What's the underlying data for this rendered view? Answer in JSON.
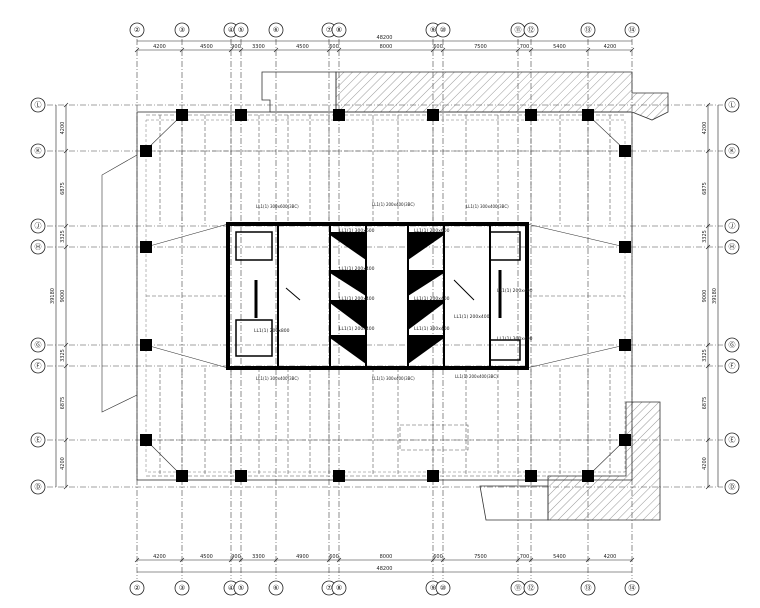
{
  "grid_columns": [
    {
      "label": "②"
    },
    {
      "label": "③"
    },
    {
      "label": "④"
    },
    {
      "label": "⑤"
    },
    {
      "label": "⑥"
    },
    {
      "label": "⑦"
    },
    {
      "label": "⑧"
    },
    {
      "label": "⑨"
    },
    {
      "label": "⑩"
    },
    {
      "label": "⑪"
    },
    {
      "label": "⑫"
    },
    {
      "label": "⑬"
    },
    {
      "label": "⑭"
    }
  ],
  "grid_rows": [
    {
      "label": "Ⓛ"
    },
    {
      "label": "Ⓚ"
    },
    {
      "label": "Ⓙ"
    },
    {
      "label": "Ⓗ"
    },
    {
      "label": "Ⓖ"
    },
    {
      "label": "Ⓕ"
    },
    {
      "label": "Ⓔ"
    },
    {
      "label": "Ⓓ"
    }
  ],
  "top_dimensions": {
    "total": "48200",
    "segments": [
      "4200",
      "4500",
      "900",
      "3300",
      "4500",
      "600",
      "8000",
      "600",
      "7500",
      "700",
      "5400",
      "4200"
    ]
  },
  "bottom_dimensions": {
    "total": "48200",
    "segments": [
      "4200",
      "4500",
      "900",
      "3300",
      "4900",
      "600",
      "8000",
      "600",
      "7500",
      "700",
      "5400",
      "4200"
    ]
  },
  "left_dimensions": {
    "total": "39180",
    "segments": [
      "4200",
      "6875",
      "3325",
      "9000",
      "3325",
      "6875",
      "4200"
    ]
  },
  "right_dimensions": {
    "total": "39180",
    "segments": [
      "4200",
      "6875",
      "3325",
      "9000",
      "3325",
      "6875",
      "4200"
    ]
  },
  "core_labels": [
    "LL1(1) 200x800",
    "LL1(1) 300x600",
    "LL1(1) 200x400",
    "LL1(1) 200x400",
    "LL1(1) 200x400",
    "LL1(1) 200x600",
    "LL1(1) 200x400",
    "LL1(1) 300x400",
    "LL1(1) 200x400",
    "LL1(1) 300x400",
    "LL1(1) 200x400"
  ],
  "beam_tags": [
    "LL1(1) 300x600(3BC)",
    "LL1(1) 200x400(3BC)",
    "LL1(1) 300x400(3BC)",
    "LL1(1) 300x400(3BC)",
    "LL1(1) 300x400(3BC)",
    "LL1(1) 200x400(3BC)"
  ]
}
